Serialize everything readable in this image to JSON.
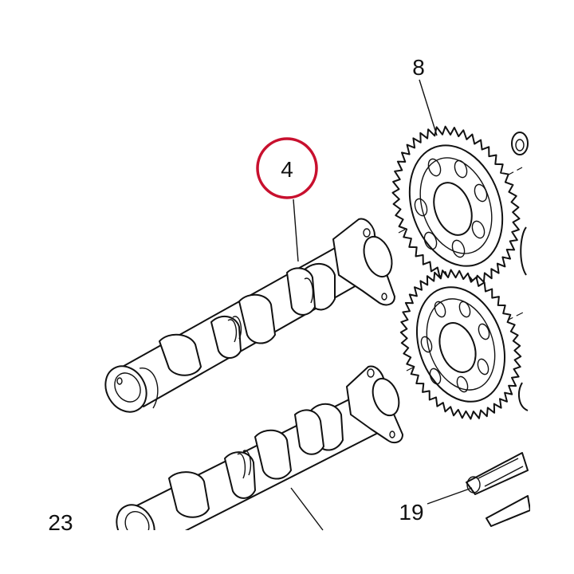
{
  "callouts": {
    "part_4": "4",
    "part_8": "8",
    "part_19": "19",
    "part_23": "23"
  },
  "highlight": {
    "color": "#c8102e",
    "target": "4"
  },
  "icons": [
    "camshaft-intake",
    "camshaft-exhaust",
    "cam-gear-upper",
    "cam-gear-lower",
    "chain-tensioner-part"
  ]
}
